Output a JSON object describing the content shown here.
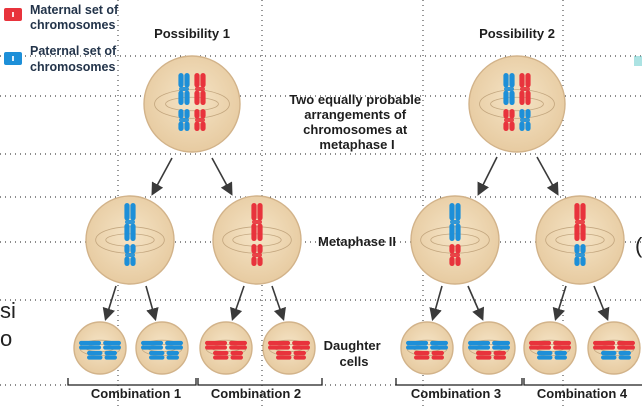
{
  "legend": {
    "maternal_label": [
      "Maternal set of",
      "chromosomes"
    ],
    "paternal_label": [
      "Paternal set of",
      "chromosomes"
    ],
    "maternal_color": "#e8333c",
    "paternal_color": "#1d8fd8"
  },
  "possibility1": "Possibility 1",
  "possibility2": "Possibility 2",
  "metaphase1_caption": [
    "Two equally probable",
    "arrangements of",
    "chromosomes at",
    "metaphase I"
  ],
  "metaphase2_caption": "Metaphase II",
  "daughter_caption": [
    "Daughter",
    "cells"
  ],
  "combinations": [
    "Combination 1",
    "Combination 2",
    "Combination 3",
    "Combination 4"
  ],
  "side_text_left": [
    "si",
    "o"
  ],
  "side_text_right": "(",
  "colors": {
    "cell_fill": "#eed8b4",
    "cell_edge": "#d2b38a",
    "maternal": "#e8333c",
    "paternal": "#1d8fd8"
  }
}
